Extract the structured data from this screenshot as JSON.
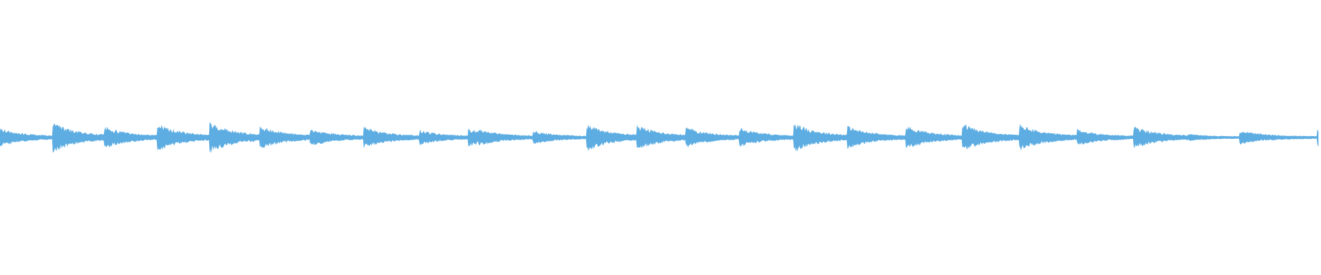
{
  "waveform": {
    "color": "#5dade2",
    "background": "#ffffff",
    "onsets": [
      {
        "t": 0.0,
        "peak": 0.55
      },
      {
        "t": 0.04,
        "peak": 0.95
      },
      {
        "t": 0.079,
        "peak": 0.7
      },
      {
        "t": 0.119,
        "peak": 0.9
      },
      {
        "t": 0.159,
        "peak": 1.0
      },
      {
        "t": 0.197,
        "peak": 0.75
      },
      {
        "t": 0.235,
        "peak": 0.55
      },
      {
        "t": 0.276,
        "peak": 0.65
      },
      {
        "t": 0.318,
        "peak": 0.45
      },
      {
        "t": 0.355,
        "peak": 0.55
      },
      {
        "t": 0.363,
        "peak": 0.5
      },
      {
        "t": 0.404,
        "peak": 0.4
      },
      {
        "t": 0.445,
        "peak": 0.85
      },
      {
        "t": 0.483,
        "peak": 0.8
      },
      {
        "t": 0.52,
        "peak": 0.65
      },
      {
        "t": 0.561,
        "peak": 0.6
      },
      {
        "t": 0.602,
        "peak": 0.95
      },
      {
        "t": 0.643,
        "peak": 0.7
      },
      {
        "t": 0.687,
        "peak": 0.75
      },
      {
        "t": 0.73,
        "peak": 0.9
      },
      {
        "t": 0.773,
        "peak": 0.85
      },
      {
        "t": 0.817,
        "peak": 0.5
      },
      {
        "t": 0.86,
        "peak": 0.7
      },
      {
        "t": 0.902,
        "peak": 0.18
      },
      {
        "t": 0.94,
        "peak": 0.45
      },
      {
        "t": 0.999,
        "peak": 0.55
      }
    ]
  }
}
